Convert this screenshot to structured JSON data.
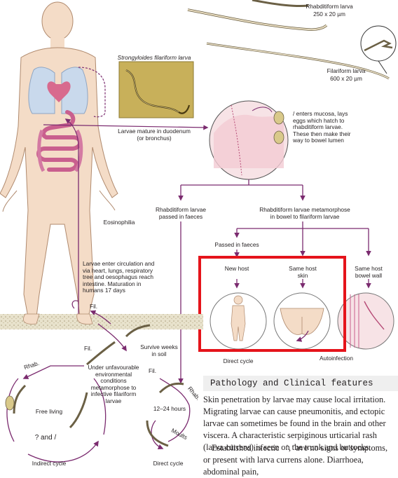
{
  "top": {
    "rhabditiform_larva": "Rhabditiform larva",
    "rhabditiform_size": "250 x 20 µm",
    "filariform_larva": "Filariform larva",
    "filariform_size": "600 x 20 µm",
    "photo_caption": "Strongyloides filariform larva"
  },
  "labels": {
    "larvae_mature": "Larvae mature in duodenum\n(or bronchus)",
    "mucosa_note": "/ enters mucosa, lays\neggs which hatch to\nrhabditiform larvae.\nThese then make their\nway to bowel lumen",
    "eosinophilia": "Eosinophilia",
    "rhab_passed": "Rhabditiform larvae\npassed in faeces",
    "rhab_metamorphose": "Rhabditiform larvae metamorphose\nin bowel to filariform larvae",
    "passed_in_faeces": "Passed in faeces",
    "new_host": "New host",
    "same_host_skin": "Same host\nskin",
    "same_host_bowel": "Same host\nbowel wall",
    "direct_cycle_bottom": "Direct cycle",
    "autoinfection": "Autoinfection",
    "larvae_enter": "Larvae enter circulation and\nvia heart, lungs, respiratory\ntree and oesophagus reach\nintestine. Maturation in\nhumans 17 days",
    "fil_1": "Fil.",
    "fil_2": "Fil.",
    "fil_3": "Fil.",
    "survive": "Survive weeks\nin soil",
    "unfavourable": "Under unfavourable\nenvironmental\nconditions\nmetamorphose to\ninfective filariform\nlarvae",
    "rhab_1": "Rhab.",
    "rhab_2": "Rhab.",
    "free_living": "Free living",
    "hours": "12–24 hours",
    "moults": "Moults",
    "sexes": "? and /",
    "indirect_cycle": "Indirect cycle",
    "direct_cycle_left": "Direct cycle"
  },
  "text": {
    "heading": "Pathology and Clinical features",
    "para1": "Skin penetration by larvae may cause local irritation. Migrating larvae can cause pneumonitis, and ectopic larvae can sometimes be found in the brain and other viscera. A characteristic serpiginous urticarial rash (larva currens) is seen on the trunk and buttocks.",
    "para2": "Established infectic   ˙, ˙ave no signs or symptoms, or present with larva currens alone. Diarrhoea, abdominal pain,"
  },
  "colors": {
    "arrow": "#7b2b6f",
    "highlight": "#e5141b",
    "skin": "#f4dcc7",
    "lungs": "#c9d9ec",
    "gut": "#c95f8e",
    "photo_bg": "#c8b05a",
    "circle_fill": "#f7e3e6",
    "soil": "#cfc6a8"
  }
}
